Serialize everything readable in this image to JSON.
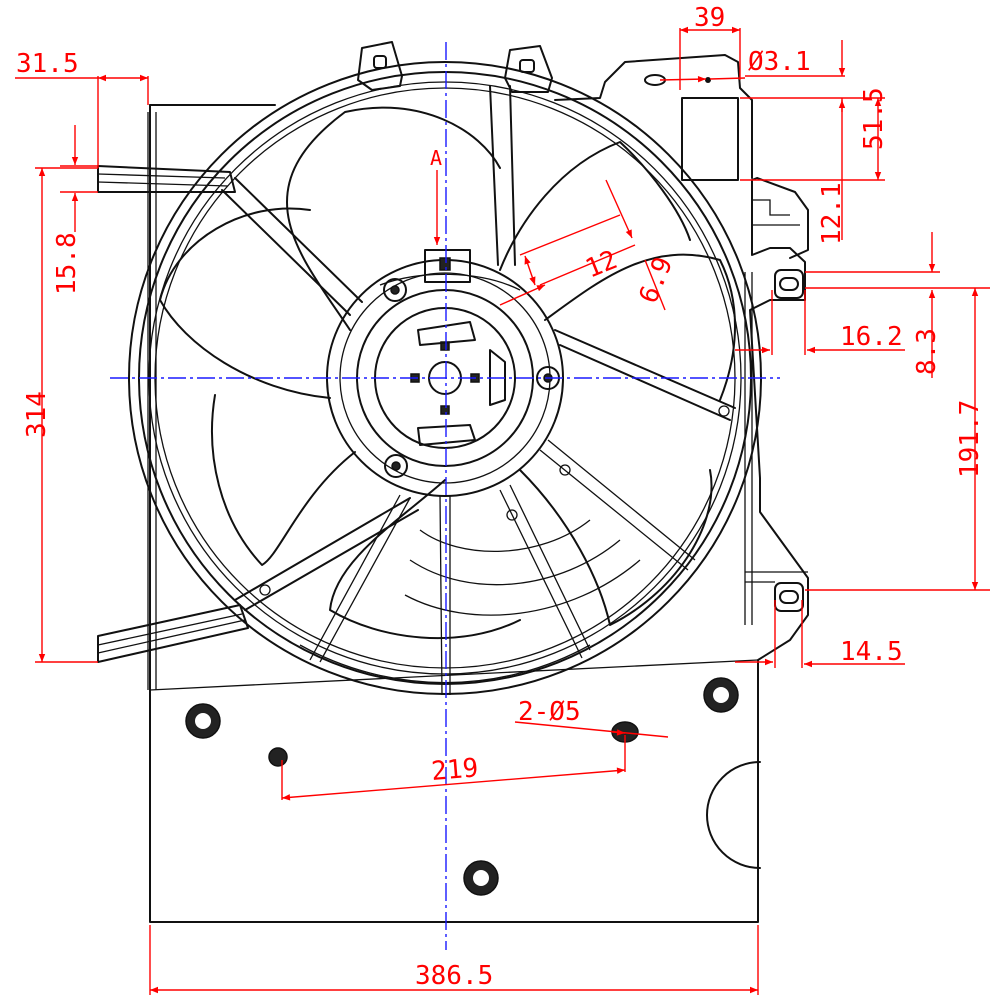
{
  "dimensions": {
    "d_39": "39",
    "d_hole_31": "Ø3.1",
    "d_31_5": "31.5",
    "d_51_5": "51.5",
    "d_12_1": "12.1",
    "d_15_8": "15.8",
    "d_12": "12",
    "d_6_9": "6.9",
    "d_16_2": "16.2",
    "d_8_3": "8.3",
    "d_314": "314",
    "d_191_7": "191.7",
    "d_14_5": "14.5",
    "d_2x5": "2-Ø5",
    "d_219": "219",
    "d_386_5": "386.5"
  },
  "view_label": "A",
  "colors": {
    "outline": "#111111",
    "dimension": "#ff0000",
    "centerline": "#1a1aff"
  }
}
